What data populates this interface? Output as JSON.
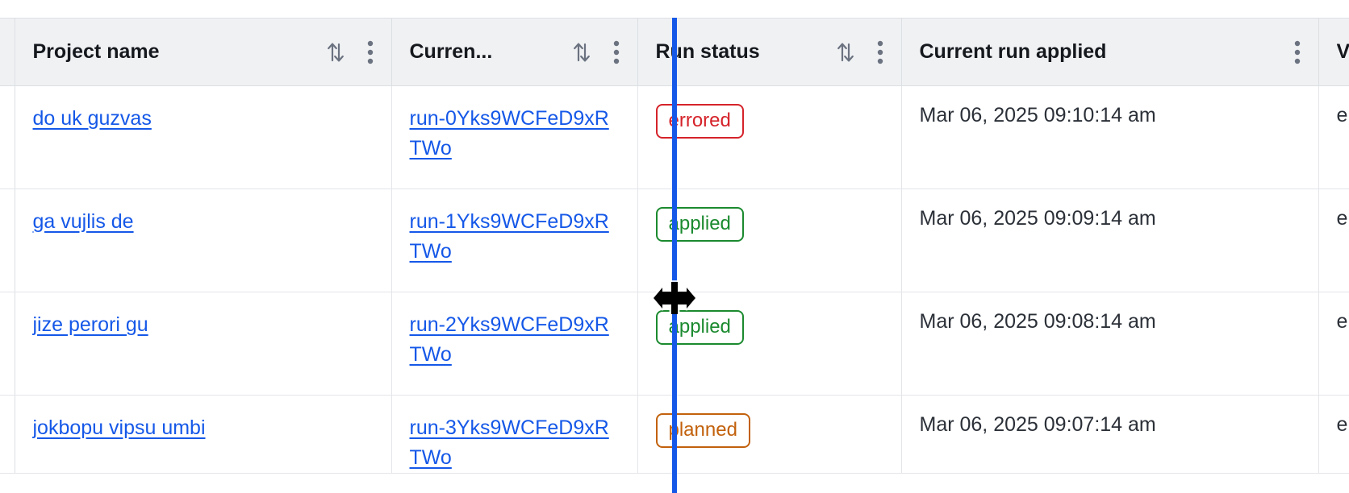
{
  "table": {
    "columns": [
      {
        "key": "gutter",
        "label": "",
        "has_sort": false,
        "has_menu": false,
        "truncated": false
      },
      {
        "key": "project",
        "label": "Project name",
        "has_sort": true,
        "has_menu": true,
        "truncated": false
      },
      {
        "key": "run",
        "label": "Curren...",
        "has_sort": true,
        "has_menu": true,
        "truncated": true
      },
      {
        "key": "status",
        "label": "Run status",
        "has_sort": true,
        "has_menu": true,
        "truncated": false
      },
      {
        "key": "applied",
        "label": "Current run applied",
        "has_sort": false,
        "has_menu": true,
        "truncated": false
      },
      {
        "key": "last",
        "label": "V",
        "has_sort": false,
        "has_menu": false,
        "truncated": true
      }
    ],
    "rows": [
      {
        "project_name": "do uk guzvas",
        "current_run": "run-0Yks9WCFeD9xRTWo",
        "run_status": "errored",
        "status_color": "#d5232a",
        "current_run_applied": "Mar 06, 2025 09:10:14 am",
        "last_col": "e"
      },
      {
        "project_name": "ga vujlis de",
        "current_run": "run-1Yks9WCFeD9xRTWo",
        "run_status": "applied",
        "status_color": "#1b8a2f",
        "current_run_applied": "Mar 06, 2025 09:09:14 am",
        "last_col": "e"
      },
      {
        "project_name": "jize perori gu",
        "current_run": "run-2Yks9WCFeD9xRTWo",
        "run_status": "applied",
        "status_color": "#1b8a2f",
        "current_run_applied": "Mar 06, 2025 09:08:14 am",
        "last_col": "e"
      },
      {
        "project_name": "jokbopu vipsu umbi",
        "current_run": "run-3Yks9WCFeD9xRTWo",
        "run_status": "planned",
        "status_color": "#c2610c",
        "current_run_applied": "Mar 06, 2025 09:07:14 am",
        "last_col": "e"
      }
    ]
  },
  "icons": {
    "sort": "sort-arrows-icon",
    "menu": "kebab-menu-icon",
    "cursor": "column-resize-cursor"
  },
  "interaction": {
    "resize_line_color": "#1558e8",
    "link_color": "#1558e8",
    "header_bg": "#f0f1f3",
    "border_color": "#dcdfe3"
  }
}
